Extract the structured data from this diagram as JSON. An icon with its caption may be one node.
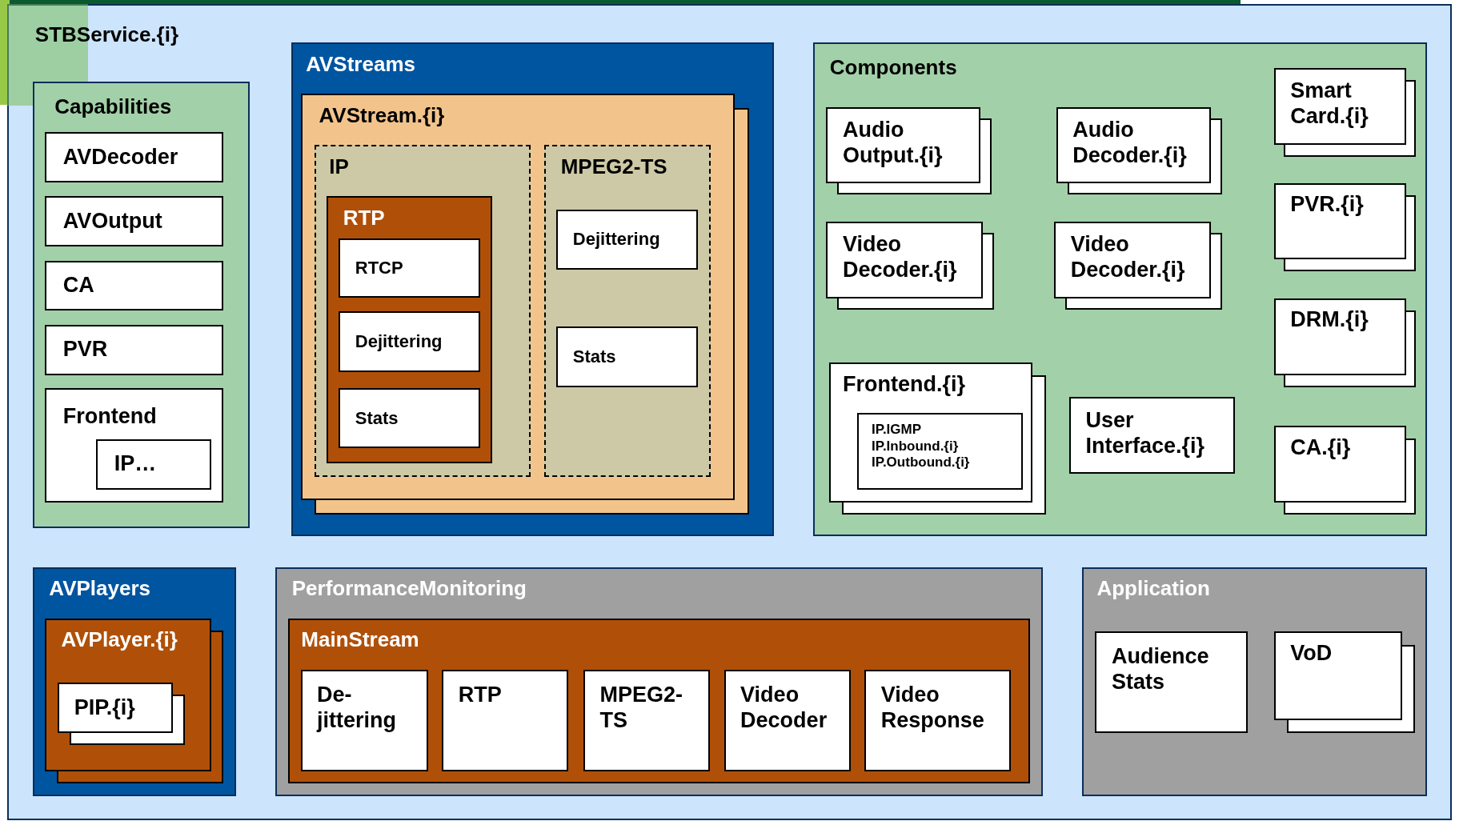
{
  "diagram": {
    "nodes": [
      {
        "text": [
          "STBService.{i}"
        ]
      },
      {
        "text": [
          "Capabilities"
        ],
        "in": 0
      },
      {
        "text": [
          "AVDecoder"
        ],
        "in": 1
      },
      {
        "text": [
          "AVOutput"
        ],
        "in": 1
      },
      {
        "text": [
          "CA"
        ],
        "in": 1
      },
      {
        "text": [
          "PVR"
        ],
        "in": 1
      },
      {
        "text": [
          "Frontend"
        ],
        "in": 1
      },
      {
        "text": [
          "IP…"
        ],
        "in": 6
      },
      {
        "text": [
          "AVStreams"
        ],
        "in": 0
      },
      {
        "text": [
          "AVStream.{i}"
        ],
        "in": 8
      },
      {
        "text": [
          "IP"
        ],
        "in": 9
      },
      {
        "text": [
          "RTP"
        ],
        "in": 10
      },
      {
        "text": [
          "RTCP"
        ],
        "in": 11
      },
      {
        "text": [
          "Dejittering"
        ],
        "in": 11
      },
      {
        "text": [
          "Stats"
        ],
        "in": 11
      },
      {
        "text": [
          "MPEG2-TS"
        ],
        "in": 9
      },
      {
        "text": [
          "Dejittering"
        ],
        "in": 15
      },
      {
        "text": [
          "Stats"
        ],
        "in": 15
      },
      {
        "text": [
          "Components"
        ],
        "in": 0
      },
      {
        "text": [
          "Audio Output.{i}"
        ],
        "in": 18
      },
      {
        "text": [
          "Audio Decoder.{i}"
        ],
        "in": 18
      },
      {
        "text": [
          "Smart Card.{i}"
        ],
        "in": 18
      },
      {
        "text": [
          "Video Decoder.{i}"
        ],
        "in": 18
      },
      {
        "text": [
          "Video Decoder.{i}"
        ],
        "in": 18
      },
      {
        "text": [
          "PVR.{i}"
        ],
        "in": 18
      },
      {
        "text": [
          "DRM.{i}"
        ],
        "in": 18
      },
      {
        "text": [
          "Frontend.{i}"
        ],
        "in": 18
      },
      {
        "text": [
          "IP.IGMP",
          "IP.Inbound.{i}",
          "IP.Outbound.{i}"
        ],
        "in": 26
      },
      {
        "text": [
          "User Interface.{i}"
        ],
        "in": 18
      },
      {
        "text": [
          "CA.{i}"
        ],
        "in": 18
      },
      {
        "text": [
          "AVPlayers"
        ],
        "in": 0
      },
      {
        "text": [
          "AVPlayer.{i}"
        ],
        "in": 30
      },
      {
        "text": [
          "PIP.{i}"
        ],
        "in": 31
      },
      {
        "text": [
          "PerformanceMonitoring"
        ],
        "in": 0
      },
      {
        "text": [
          "MainStream"
        ],
        "in": 33
      },
      {
        "text": [
          "De- jittering"
        ],
        "in": 34
      },
      {
        "text": [
          "RTP"
        ],
        "in": 34
      },
      {
        "text": [
          "MPEG2- TS"
        ],
        "in": 34
      },
      {
        "text": [
          "Video Decoder"
        ],
        "in": 34
      },
      {
        "text": [
          "Video Response"
        ],
        "in": 34
      },
      {
        "text": [
          "Application"
        ],
        "in": 0
      },
      {
        "text": [
          "Audience Stats"
        ],
        "in": 40
      },
      {
        "text": [
          "VoD"
        ],
        "in": 40
      }
    ]
  }
}
